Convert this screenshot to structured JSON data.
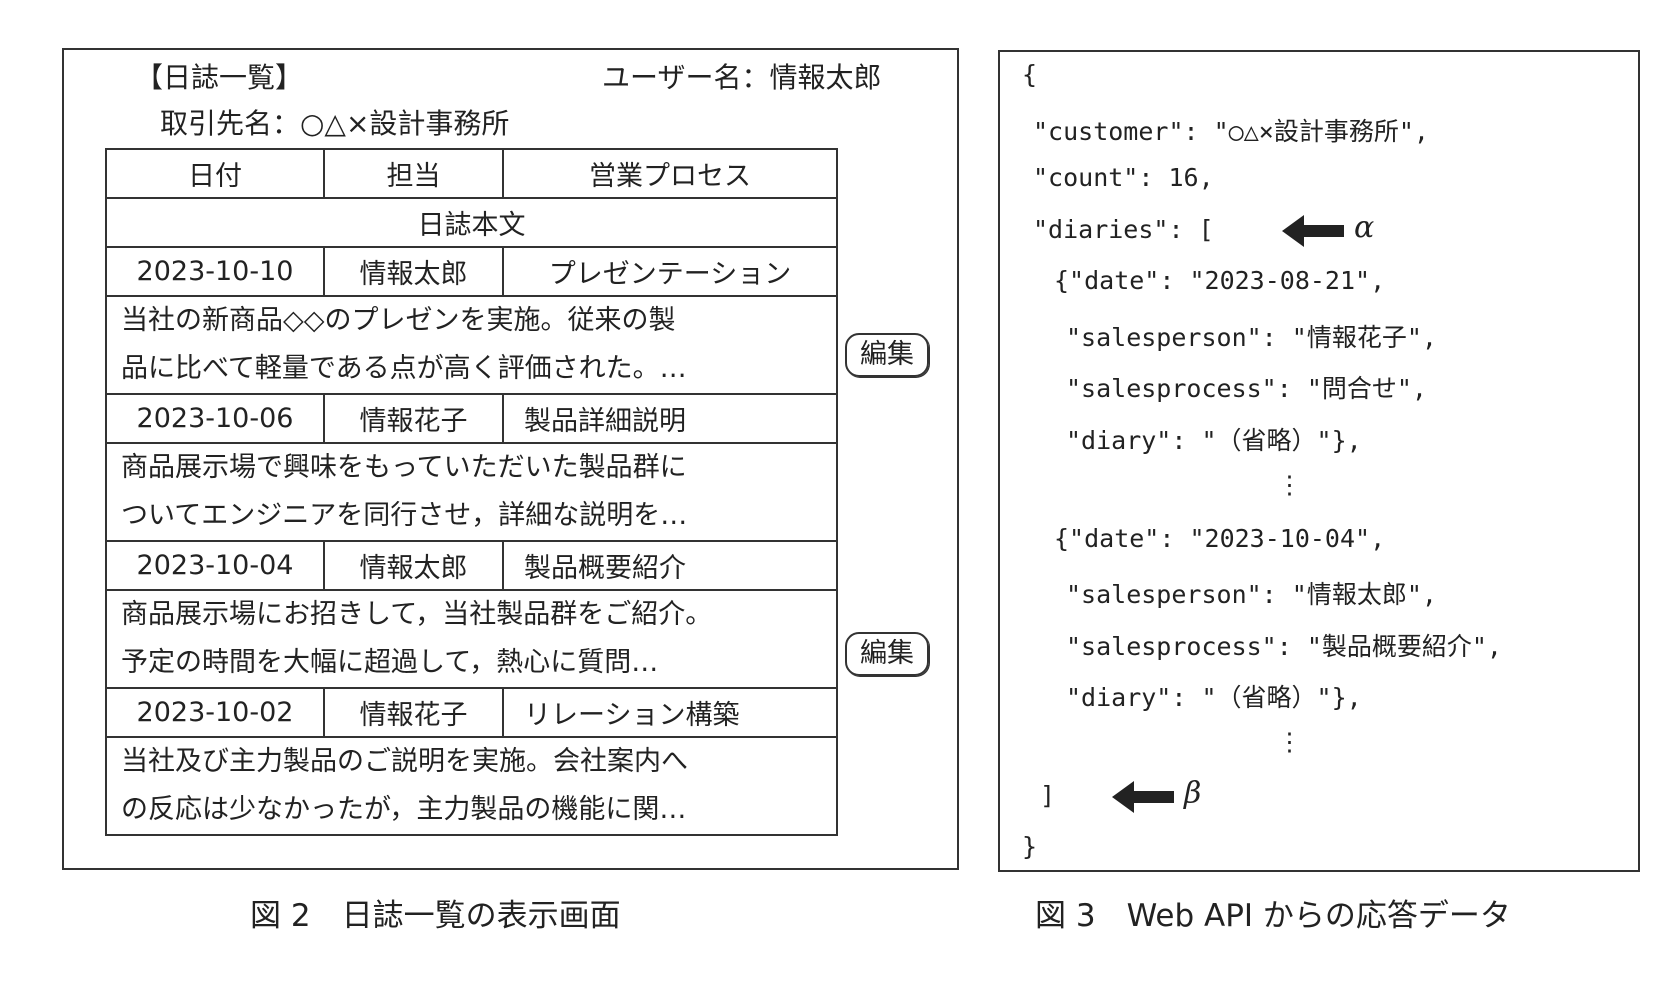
{
  "figure2": {
    "title": "【日誌一覧】",
    "user": "ユーザー名：情報太郎",
    "customer": "取引先名：○△×設計事務所",
    "columns": [
      "日付",
      "担当",
      "営業プロセス"
    ],
    "body_header": "日誌本文",
    "rows": [
      {
        "date": "2023-10-10",
        "person": "情報太郎",
        "process": "プレゼンテーション",
        "line1": "当社の新商品◇◇のプレゼンを実施。従来の製",
        "line2": "品に比べて軽量である点が高く評価された。…",
        "edit": "編集"
      },
      {
        "date": "2023-10-06",
        "person": "情報花子",
        "process": "製品詳細説明",
        "line1": "商品展示場で興味をもっていただいた製品群に",
        "line2": "ついてエンジニアを同行させ，詳細な説明を…"
      },
      {
        "date": "2023-10-04",
        "person": "情報太郎",
        "process": "製品概要紹介",
        "line1": "商品展示場にお招きして，当社製品群をご紹介。",
        "line2": "予定の時間を大幅に超過して，熱心に質問…",
        "edit": "編集"
      },
      {
        "date": "2023-10-02",
        "person": "情報花子",
        "process": "リレーション構築",
        "line1": "当社及び主力製品のご説明を実施。会社案内へ",
        "line2": "の反応は少なかったが，主力製品の機能に関…"
      }
    ],
    "caption": "図 2　日誌一覧の表示画面"
  },
  "figure3": {
    "lines": [
      "{",
      "\"customer\": \"○△×設計事務所\",",
      "\"count\": 16,",
      "\"diaries\": [",
      "{\"date\": \"2023-08-21\",",
      "\"salesperson\": \"情報花子\",",
      "\"salesprocess\": \"問合せ\",",
      "\"diary\": \"（省略）\"},",
      "⋮",
      "{\"date\": \"2023-10-04\",",
      "\"salesperson\": \"情報太郎\",",
      "\"salesprocess\": \"製品概要紹介\",",
      "\"diary\": \"（省略）\"},",
      "⋮",
      "]",
      "}"
    ],
    "alpha": "α",
    "beta": "β",
    "caption": "図 3　Web API からの応答データ"
  }
}
